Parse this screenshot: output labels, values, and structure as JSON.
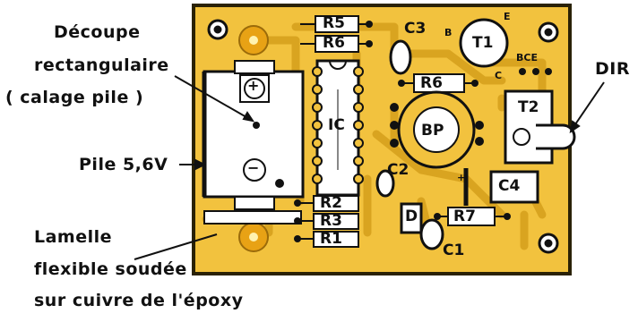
{
  "annotations": {
    "decoupe_line1": "Découpe",
    "decoupe_line2": "rectangulaire",
    "decoupe_line3": "( calage pile )",
    "pile": "Pile 5,6V",
    "lamelle_line1": "Lamelle",
    "lamelle_line2": "flexible soudée",
    "lamelle_line3": "sur cuivre de l'époxy",
    "dir": "DIR"
  },
  "components": {
    "r5": "R5",
    "r6_top": "R6",
    "r6": "R6",
    "c3": "C3",
    "b": "B",
    "e": "E",
    "t1": "T1",
    "bce": "BCE",
    "c": "C",
    "ic": "IC",
    "t2": "T2",
    "bp": "BP",
    "c2": "C2",
    "c4": "C4",
    "d": "D",
    "r7": "R7",
    "r2": "R2",
    "r3": "R3",
    "r1": "R1",
    "c1": "C1",
    "plus": "+",
    "minus": "−",
    "plus_c4": "+"
  }
}
